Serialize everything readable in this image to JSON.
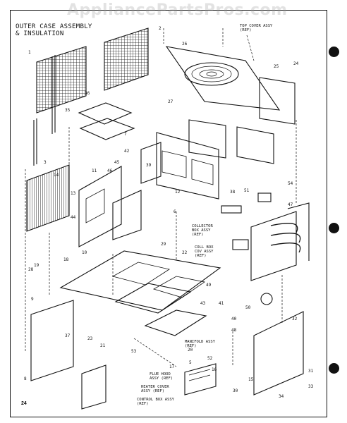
{
  "watermark": "AppliancePartsPros.com",
  "title_line1": "OUTER CASE ASSEMBLY",
  "title_line2": "& INSULATION",
  "page_number": "24",
  "labels": {
    "top_cover": "TOP COVER ASSY\n(REF)",
    "collector": "COLLECTOR\nBOX ASSY\n(REF)",
    "coll_box_cov": "COLL BOX\nCOV ASSY\n(REF)",
    "manifold": "MANIFOLD ASSY\n(REF)",
    "flue_hood": "FLUE HOOD\nASSY (REF)",
    "heater_cover": "HEATER COVER\nASSY (REF)",
    "control_box": "CONTROL BOX ASSY\n(REF)"
  },
  "callouts": [
    "1",
    "2",
    "3",
    "5",
    "6",
    "7",
    "8",
    "9",
    "10",
    "11",
    "12",
    "13",
    "14",
    "15",
    "16",
    "17",
    "18",
    "19",
    "20",
    "21",
    "22",
    "23",
    "24",
    "25",
    "26",
    "27",
    "28",
    "29",
    "30",
    "31",
    "32",
    "33",
    "34",
    "35",
    "36",
    "37",
    "38",
    "39",
    "40",
    "41",
    "42",
    "43",
    "44",
    "45",
    "46",
    "47",
    "48",
    "49",
    "50",
    "51",
    "52",
    "53",
    "54"
  ]
}
